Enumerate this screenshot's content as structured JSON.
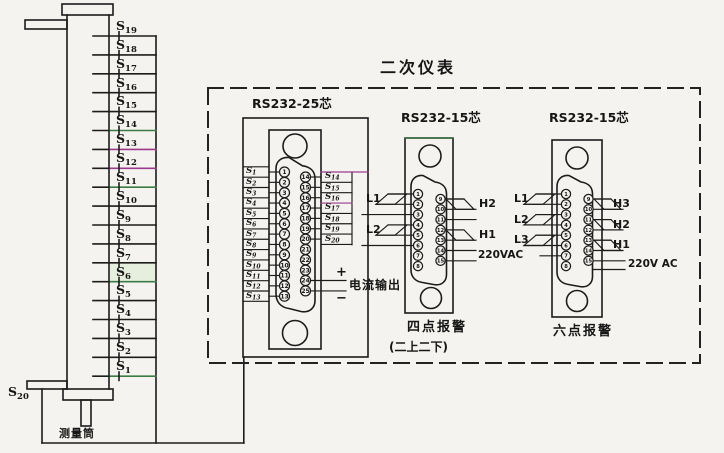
{
  "title": "二次仪表",
  "colors": {
    "ink": "#1c1c1c",
    "paper": "#f4f3ef",
    "artifact_magenta": "#9c3b8e",
    "artifact_green": "#3a7d44"
  },
  "tube": {
    "levels": [
      "S19",
      "S18",
      "S17",
      "S16",
      "S15",
      "S14",
      "S13",
      "S12",
      "S11",
      "S10",
      "S9",
      "S8",
      "S7",
      "S6",
      "S5",
      "S4",
      "S3",
      "S2",
      "S1"
    ],
    "bottom_level": "S20",
    "caption": "测量筒"
  },
  "connector_25pin": {
    "title": "RS232-25芯",
    "left_labels": [
      "S1",
      "S2",
      "S3",
      "S4",
      "S5",
      "S6",
      "S7",
      "S8",
      "S9",
      "S10",
      "S11",
      "S12",
      "S13"
    ],
    "right_labels": [
      "S14",
      "S15",
      "S16",
      "S17",
      "S18",
      "S19",
      "S20"
    ],
    "left_pins": [
      "1",
      "2",
      "3",
      "4",
      "5",
      "6",
      "7",
      "8",
      "9",
      "10",
      "11",
      "12",
      "13"
    ],
    "right_pins": [
      "14",
      "15",
      "16",
      "17",
      "18",
      "19",
      "20",
      "21",
      "22",
      "23",
      "24",
      "25"
    ],
    "current_output": {
      "plus": "+",
      "minus": "−",
      "label": "电流输出"
    }
  },
  "connector_15pin_four": {
    "title": "RS232-15芯",
    "left_contacts": [
      "L1",
      "L2"
    ],
    "right_contacts": [
      "H2",
      "H1"
    ],
    "power_label": "220VAC",
    "caption": "四点报警",
    "subcaption": "(二上二下)",
    "left_pins": [
      "1",
      "2",
      "3",
      "4",
      "5",
      "6",
      "7",
      "8"
    ],
    "right_pins": [
      "9",
      "10",
      "11",
      "12",
      "13",
      "14",
      "15"
    ]
  },
  "connector_15pin_six": {
    "title": "RS232-15芯",
    "left_contacts": [
      "L1",
      "L2",
      "L3"
    ],
    "right_contacts": [
      "H3",
      "H2",
      "H1"
    ],
    "power_label": "220V AC",
    "caption": "六点报警",
    "left_pins": [
      "1",
      "2",
      "3",
      "4",
      "5",
      "6",
      "7",
      "8"
    ],
    "right_pins": [
      "9",
      "10",
      "11",
      "12",
      "13",
      "14",
      "15"
    ]
  }
}
